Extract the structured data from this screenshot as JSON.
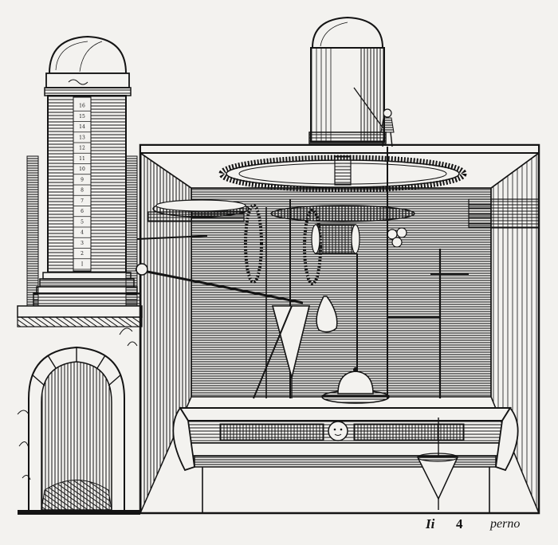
{
  "footer": {
    "signature": "Ii",
    "leaf_number": "4",
    "catchword": "perno"
  },
  "tower": {
    "scale_numerals": [
      "I",
      "2",
      "3",
      "4",
      "5",
      "6",
      "7",
      "8",
      "9",
      "10",
      "11",
      "12",
      "13",
      "14",
      "15",
      "16"
    ]
  },
  "colors": {
    "ink": "#141414",
    "paper": "#f3f2ef"
  }
}
